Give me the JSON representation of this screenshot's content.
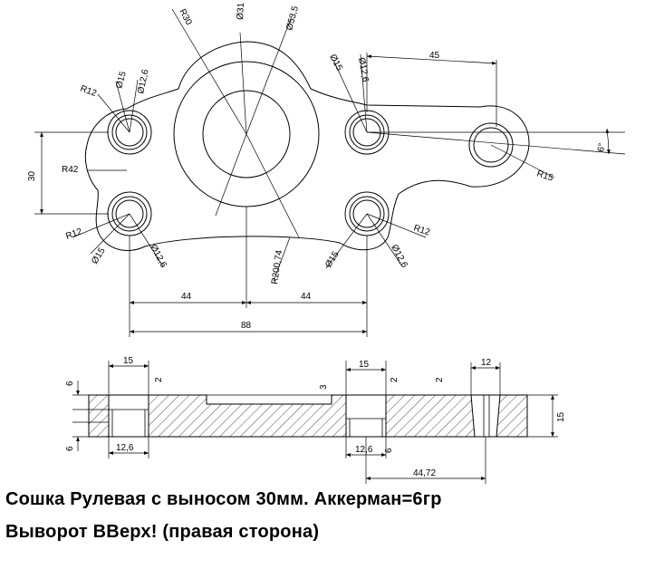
{
  "top_view": {
    "radius_labels": {
      "r30": "R30",
      "r12_top_left": "R12",
      "r42": "R42",
      "r12_bottom_left": "R12",
      "r12_bottom_right": "R12",
      "r15": "R15",
      "r200": "R200,74"
    },
    "diameter_labels": {
      "d31": "Ø31",
      "d53": "Ø53,5",
      "tl_15": "Ø15",
      "tl_12": "Ø12,6",
      "tr_15": "Ø15",
      "tr_12": "Ø12,6",
      "bl_15": "Ø15",
      "bl_12": "Ø12,6",
      "br_15": "Ø15",
      "br_12": "Ø12,6"
    },
    "linear_labels": {
      "d45": "45",
      "d30": "30",
      "d44_left": "44",
      "d44_right": "44",
      "d88": "88",
      "angle": "6°"
    }
  },
  "section_view": {
    "labels": {
      "left_15": "15",
      "left_6_top": "6",
      "left_6_bottom": "6",
      "left_2": "2",
      "left_12": "12,6",
      "mid_3": "3",
      "right_15": "15",
      "right_2a": "2",
      "right_6": "6",
      "right_12_6": "12,6",
      "right_2b": "2",
      "slot_12": "12",
      "height_15": "15",
      "dist_44": "44,72"
    }
  },
  "caption": {
    "line1": "Сошка Рулевая с выносом 30мм. Аккерман=6гр",
    "line2": "Выворот ВВерх! (правая сторона)"
  }
}
